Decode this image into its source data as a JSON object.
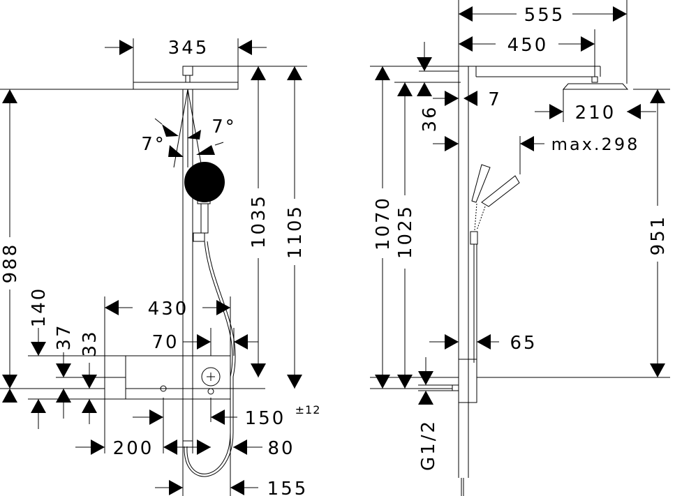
{
  "front_view": {
    "dims": {
      "d345": "345",
      "d7_right": "7°",
      "d7_left": "7°",
      "d1035": "1035",
      "d1105": "1105",
      "d988": "988",
      "d140": "140",
      "d37": "37",
      "d33": "33",
      "d430": "430",
      "d70": "70",
      "d150": "150",
      "d150_tol": "±12",
      "d200": "200",
      "d80": "80",
      "d155": "155"
    }
  },
  "side_view": {
    "dims": {
      "d555": "555",
      "d450": "450",
      "d7": "7",
      "d36": "36",
      "d210": "210",
      "max298": "max.298",
      "d1070": "1070",
      "d1025": "1025",
      "d951": "951",
      "d65": "65",
      "g12": "G1/2"
    }
  },
  "colors": {
    "line": "#000000",
    "background": "#ffffff"
  }
}
